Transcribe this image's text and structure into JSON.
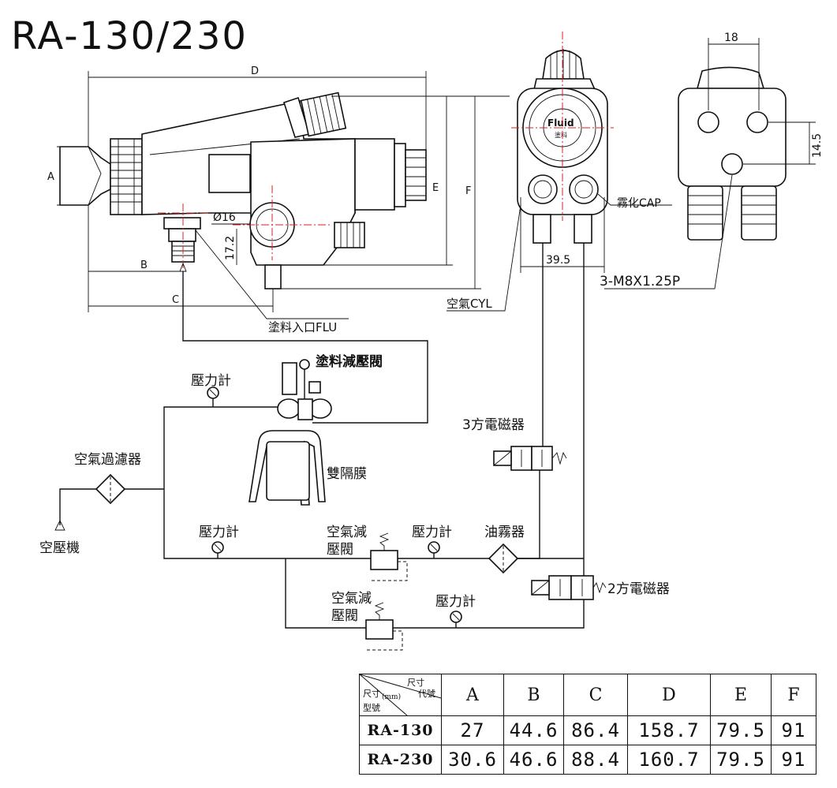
{
  "title": "RA-130/230",
  "dimension_labels": {
    "d": "D",
    "e": "E",
    "f": "F",
    "a": "A",
    "b": "B",
    "c": "C",
    "phi16": "Ø16",
    "h17_2": "17.2",
    "w18": "18",
    "h14_5": "14.5",
    "w39_5": "39.5"
  },
  "callouts": {
    "thread": "3-M8X1.25P",
    "atomizing_cap": "霧化CAP",
    "air_cyl": "空氣CYL",
    "paint_inlet": "塗料入口FLU",
    "dial_top": "Fluid",
    "dial_bottom": "塗料"
  },
  "components": {
    "paint_regulator": "塗料減壓閥",
    "gauge_top": "壓力計",
    "three_way_valve": "3方電磁器",
    "air_filter": "空氣過濾器",
    "diaphragm_pump": "雙隔膜",
    "compressor": "空壓機",
    "gauge_mid_left": "壓力計",
    "air_regulator_1_line1": "空氣減",
    "air_regulator_1_line2": "壓閥",
    "gauge_mid_right": "壓力計",
    "mist_separator": "油霧器",
    "two_way_valve": "2方電磁器",
    "air_regulator_2_line1": "空氣減",
    "air_regulator_2_line2": "壓閥",
    "gauge_bottom": "壓力計"
  },
  "table": {
    "corner_top_right": "尺寸",
    "corner_code": "代號",
    "corner_left": "尺寸",
    "corner_unit": "(mm)",
    "corner_model": "型號",
    "headers": [
      "A",
      "B",
      "C",
      "D",
      "E",
      "F"
    ],
    "rows": [
      {
        "model": "RA-130",
        "values": [
          "27",
          "44.6",
          "86.4",
          "158.7",
          "79.5",
          "91"
        ]
      },
      {
        "model": "RA-230",
        "values": [
          "30.6",
          "46.6",
          "88.4",
          "160.7",
          "79.5",
          "91"
        ]
      }
    ]
  }
}
